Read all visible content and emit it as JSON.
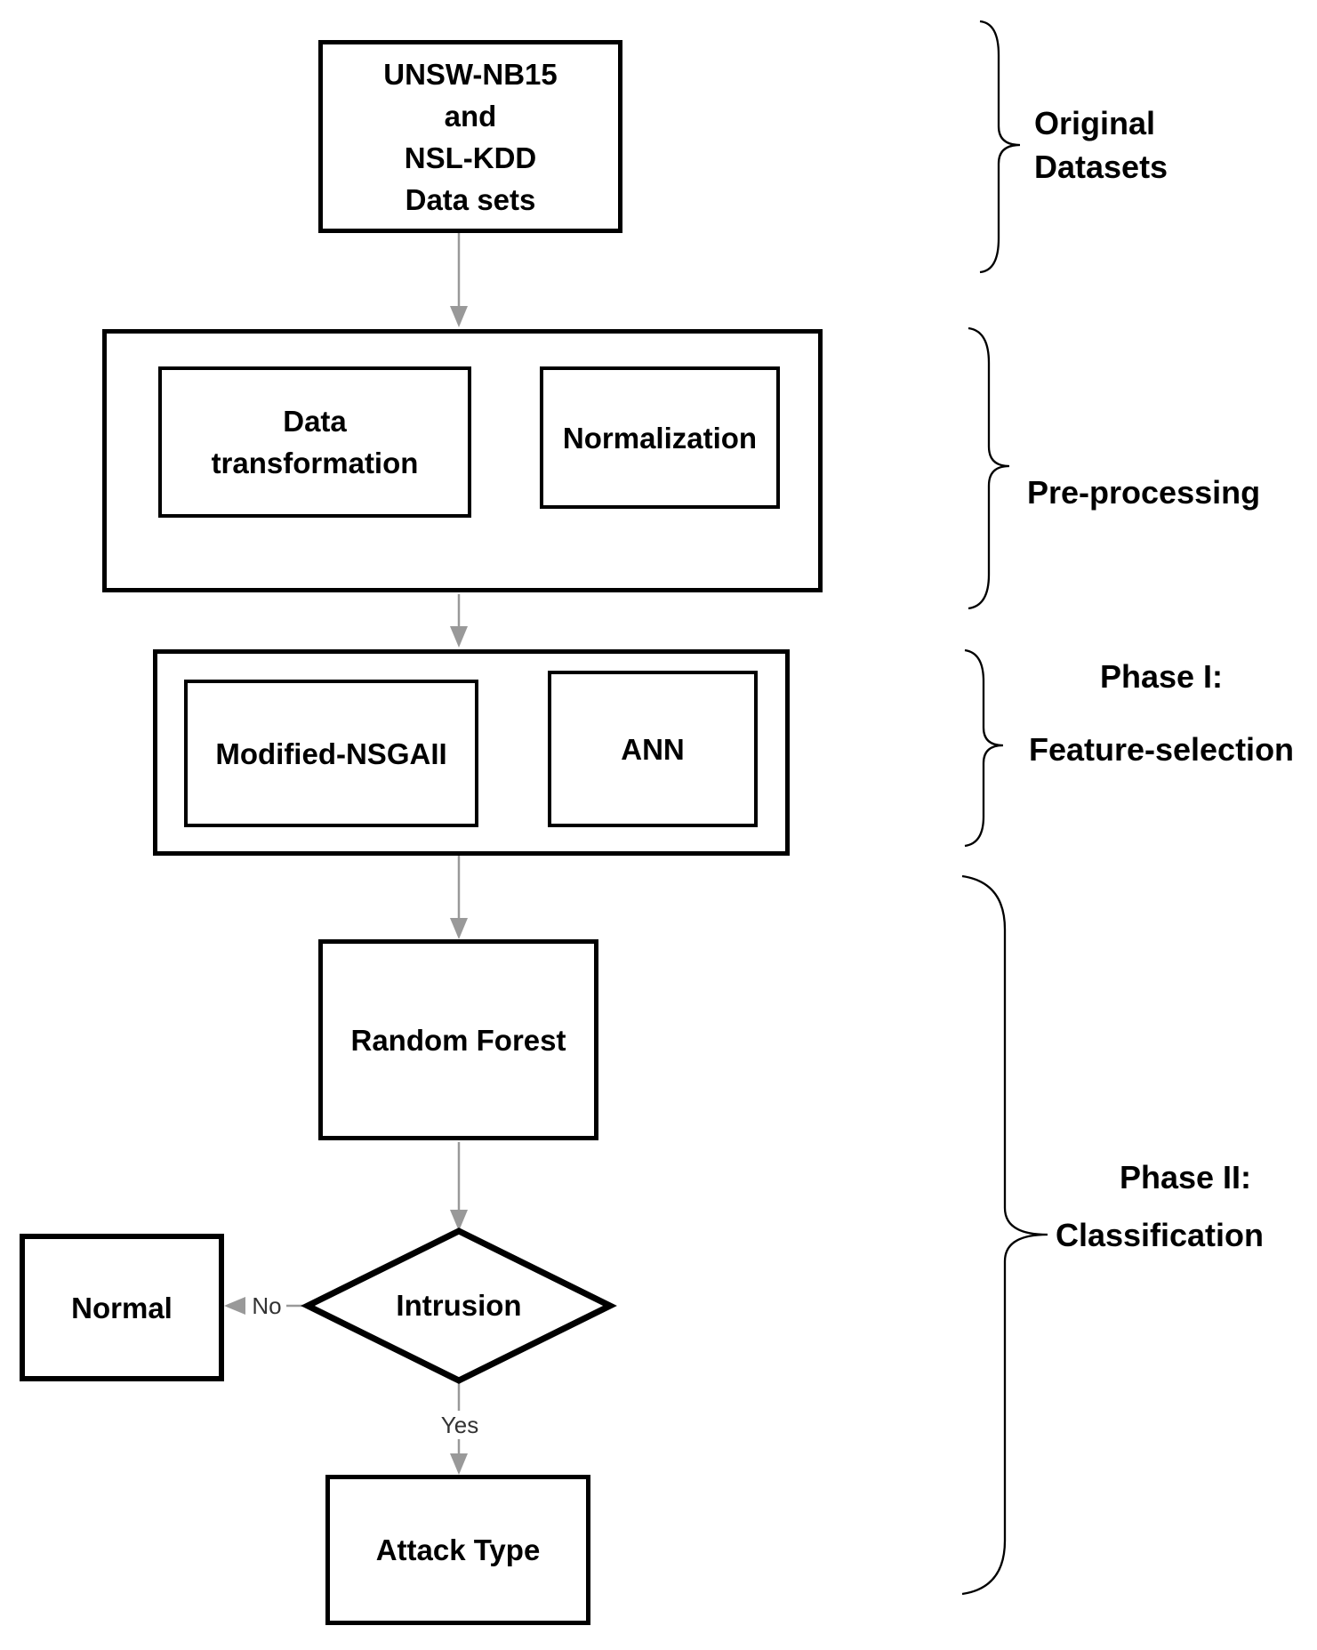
{
  "flowchart": {
    "nodes": {
      "datasets": {
        "lines": [
          "UNSW-NB15",
          "and",
          "NSL-KDD",
          "Data sets"
        ]
      },
      "data_transformation": {
        "lines": [
          "Data",
          "transformation"
        ]
      },
      "normalization": {
        "label": "Normalization"
      },
      "modified_nsgaii": {
        "label": "Modified-NSGAII"
      },
      "ann": {
        "label": "ANN"
      },
      "random_forest": {
        "label": "Random Forest"
      },
      "intrusion_decision": {
        "label": "Intrusion"
      },
      "normal": {
        "label": "Normal"
      },
      "attack_type": {
        "label": "Attack Type"
      }
    },
    "edge_labels": {
      "no": "No",
      "yes": "Yes"
    },
    "annotations": {
      "original_datasets": {
        "lines": [
          "Original",
          "Datasets"
        ]
      },
      "preprocessing": {
        "label": "Pre-processing"
      },
      "phase1": {
        "lines": [
          "Phase I:",
          "Feature-selection"
        ]
      },
      "phase2": {
        "lines": [
          "Phase II:",
          "Classification"
        ]
      }
    },
    "colors": {
      "shape_stroke": "#000000",
      "arrow": "#999999",
      "text": "#000000",
      "edge_label_text": "#333333",
      "background": "#ffffff"
    }
  }
}
